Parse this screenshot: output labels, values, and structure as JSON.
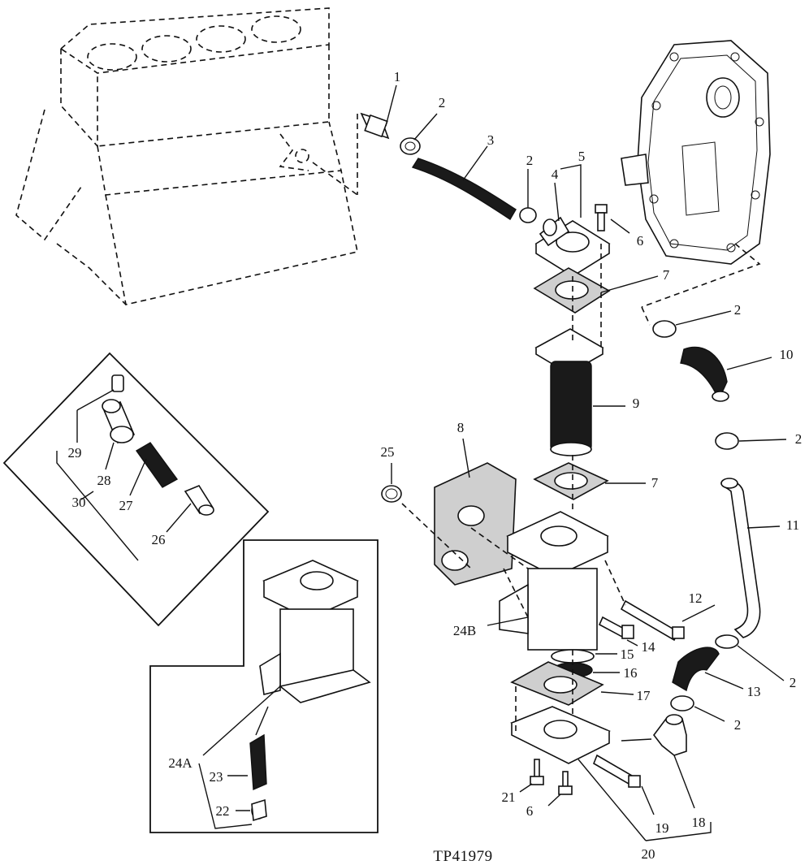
{
  "reference_code": "TP41979",
  "callouts": [
    {
      "id": "c1",
      "text": "1"
    },
    {
      "id": "c2a",
      "text": "2"
    },
    {
      "id": "c3",
      "text": "3"
    },
    {
      "id": "c2b",
      "text": "2"
    },
    {
      "id": "c4",
      "text": "4"
    },
    {
      "id": "c5",
      "text": "5"
    },
    {
      "id": "c6a",
      "text": "6"
    },
    {
      "id": "c7a",
      "text": "7"
    },
    {
      "id": "c2c",
      "text": "2"
    },
    {
      "id": "c10",
      "text": "10"
    },
    {
      "id": "c9",
      "text": "9"
    },
    {
      "id": "c2d",
      "text": "2"
    },
    {
      "id": "c8",
      "text": "8"
    },
    {
      "id": "c25",
      "text": "25"
    },
    {
      "id": "c7b",
      "text": "7"
    },
    {
      "id": "c11",
      "text": "11"
    },
    {
      "id": "c12",
      "text": "12"
    },
    {
      "id": "c24b",
      "text": "24B"
    },
    {
      "id": "c14",
      "text": "14"
    },
    {
      "id": "c15",
      "text": "15"
    },
    {
      "id": "c16",
      "text": "16"
    },
    {
      "id": "c2e",
      "text": "2"
    },
    {
      "id": "c13",
      "text": "13"
    },
    {
      "id": "c17",
      "text": "17"
    },
    {
      "id": "c2f",
      "text": "2"
    },
    {
      "id": "c18",
      "text": "18"
    },
    {
      "id": "c19",
      "text": "19"
    },
    {
      "id": "c21",
      "text": "21"
    },
    {
      "id": "c6b",
      "text": "6"
    },
    {
      "id": "c20",
      "text": "20"
    },
    {
      "id": "c29",
      "text": "29"
    },
    {
      "id": "c28",
      "text": "28"
    },
    {
      "id": "c27",
      "text": "27"
    },
    {
      "id": "c30",
      "text": "30"
    },
    {
      "id": "c26",
      "text": "26"
    },
    {
      "id": "c24a",
      "text": "24A"
    },
    {
      "id": "c23",
      "text": "23"
    },
    {
      "id": "c22",
      "text": "22"
    }
  ]
}
